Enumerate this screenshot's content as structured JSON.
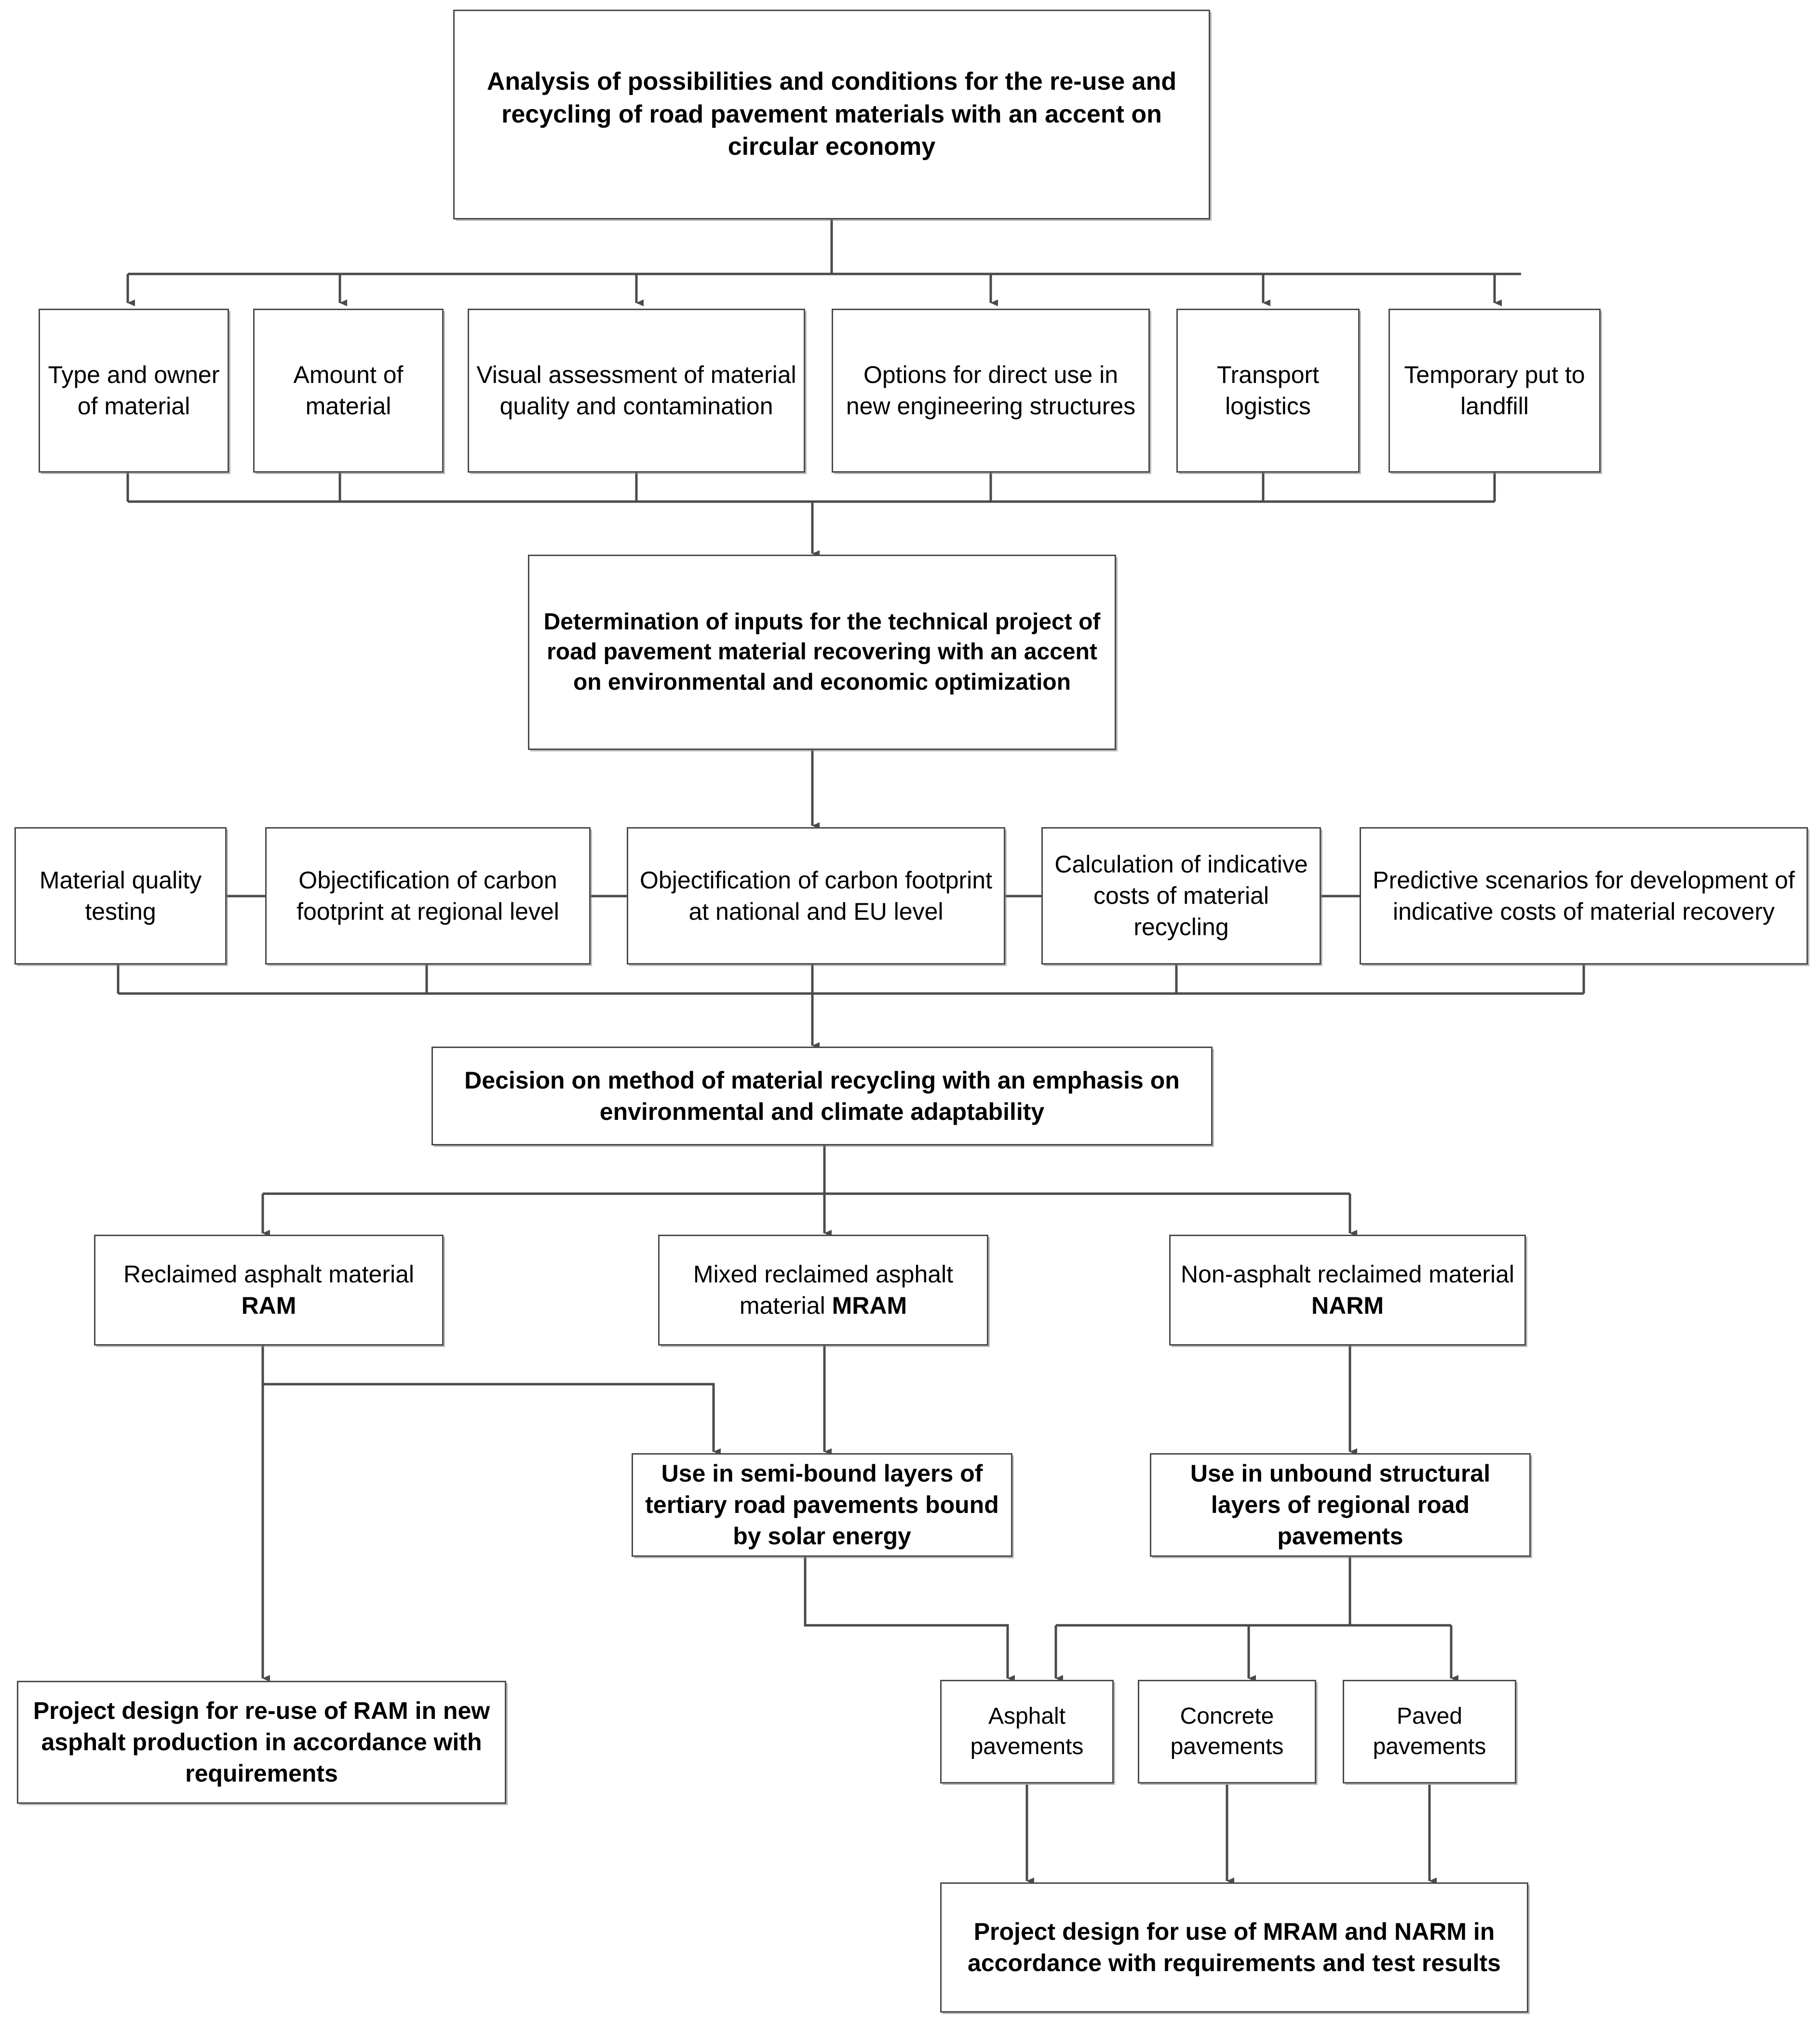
{
  "diagram": {
    "title_node": {
      "id": "analysis-root",
      "text": "Analysis of possibilities and conditions for the re-use and recycling of road pavement materials with an accent on circular economy",
      "emphasis": "bold"
    },
    "row_inputs": [
      {
        "id": "type-owner",
        "text": "Type and owner of material",
        "emphasis": "regular"
      },
      {
        "id": "amount",
        "text": "Amount of material",
        "emphasis": "regular"
      },
      {
        "id": "visual-assessment",
        "text": "Visual assessment of material quality and contamination",
        "emphasis": "regular"
      },
      {
        "id": "direct-use-options",
        "text": "Options for direct use in new engineering structures",
        "emphasis": "regular"
      },
      {
        "id": "transport-logistics",
        "text": "Transport logistics",
        "emphasis": "regular"
      },
      {
        "id": "temporary-landfill",
        "text": "Temporary put to landfill",
        "emphasis": "regular"
      }
    ],
    "determination_node": {
      "id": "determination-of-inputs",
      "text": "Determination of inputs for the technical project of road pavement material recovering with an accent on environmental and economic optimization",
      "emphasis": "bold"
    },
    "row_analysis": [
      {
        "id": "material-quality-testing",
        "text": "Material quality testing",
        "emphasis": "regular"
      },
      {
        "id": "carbon-footprint-regional",
        "text": "Objectification  of  carbon footprint at  regional level",
        "emphasis": "regular"
      },
      {
        "id": "carbon-footprint-national-eu",
        "text": "Objectification of carbon footprint at national and EU level",
        "emphasis": "regular"
      },
      {
        "id": "indicative-costs-recycling",
        "text": "Calculation  of  indicative costs of material recycling",
        "emphasis": "regular"
      },
      {
        "id": "predictive-scenarios",
        "text": "Predictive scenarios for  development of indicative costs of material recovery",
        "emphasis": "regular"
      }
    ],
    "decision_node": {
      "id": "decision-method",
      "text": "Decision on method of material recycling with an emphasis on environmental and climate adaptability",
      "emphasis": "bold"
    },
    "row_materials": [
      {
        "id": "ram",
        "text": "Reclaimed asphalt material ",
        "acronym": "RAM",
        "emphasis": "regular"
      },
      {
        "id": "mram",
        "text": "Mixed reclaimed asphalt material ",
        "acronym": "MRAM",
        "emphasis": "regular"
      },
      {
        "id": "narm",
        "text": "Non-asphalt reclaimed material ",
        "acronym": "NARM",
        "emphasis": "regular"
      }
    ],
    "row_uses": [
      {
        "id": "use-semi-bound",
        "text": "Use in semi-bound layers of tertiary road pavements bound by solar energy",
        "emphasis": "bold"
      },
      {
        "id": "use-unbound",
        "text": "Use in unbound structural layers of regional road pavements",
        "emphasis": "bold"
      }
    ],
    "row_pavements": [
      {
        "id": "asphalt-pavements",
        "text": "Asphalt pavements",
        "emphasis": "regular"
      },
      {
        "id": "concrete-pavements",
        "text": "Concrete pavements",
        "emphasis": "regular"
      },
      {
        "id": "paved-pavements",
        "text": "Paved pavements",
        "emphasis": "regular"
      }
    ],
    "outputs": [
      {
        "id": "project-design-ram",
        "text": "Project design for re-use of RAM in new asphalt production in accordance with requirements",
        "emphasis": "bold"
      },
      {
        "id": "project-design-mram-narm",
        "text": "Project design for use of MRAM and NARM in accordance with requirements and test results",
        "emphasis": "bold"
      }
    ],
    "colors": {
      "box_border": "#4a4a4a",
      "box_fill": "#ffffff",
      "connector": "#3f3f3f",
      "text": "#000000"
    }
  }
}
